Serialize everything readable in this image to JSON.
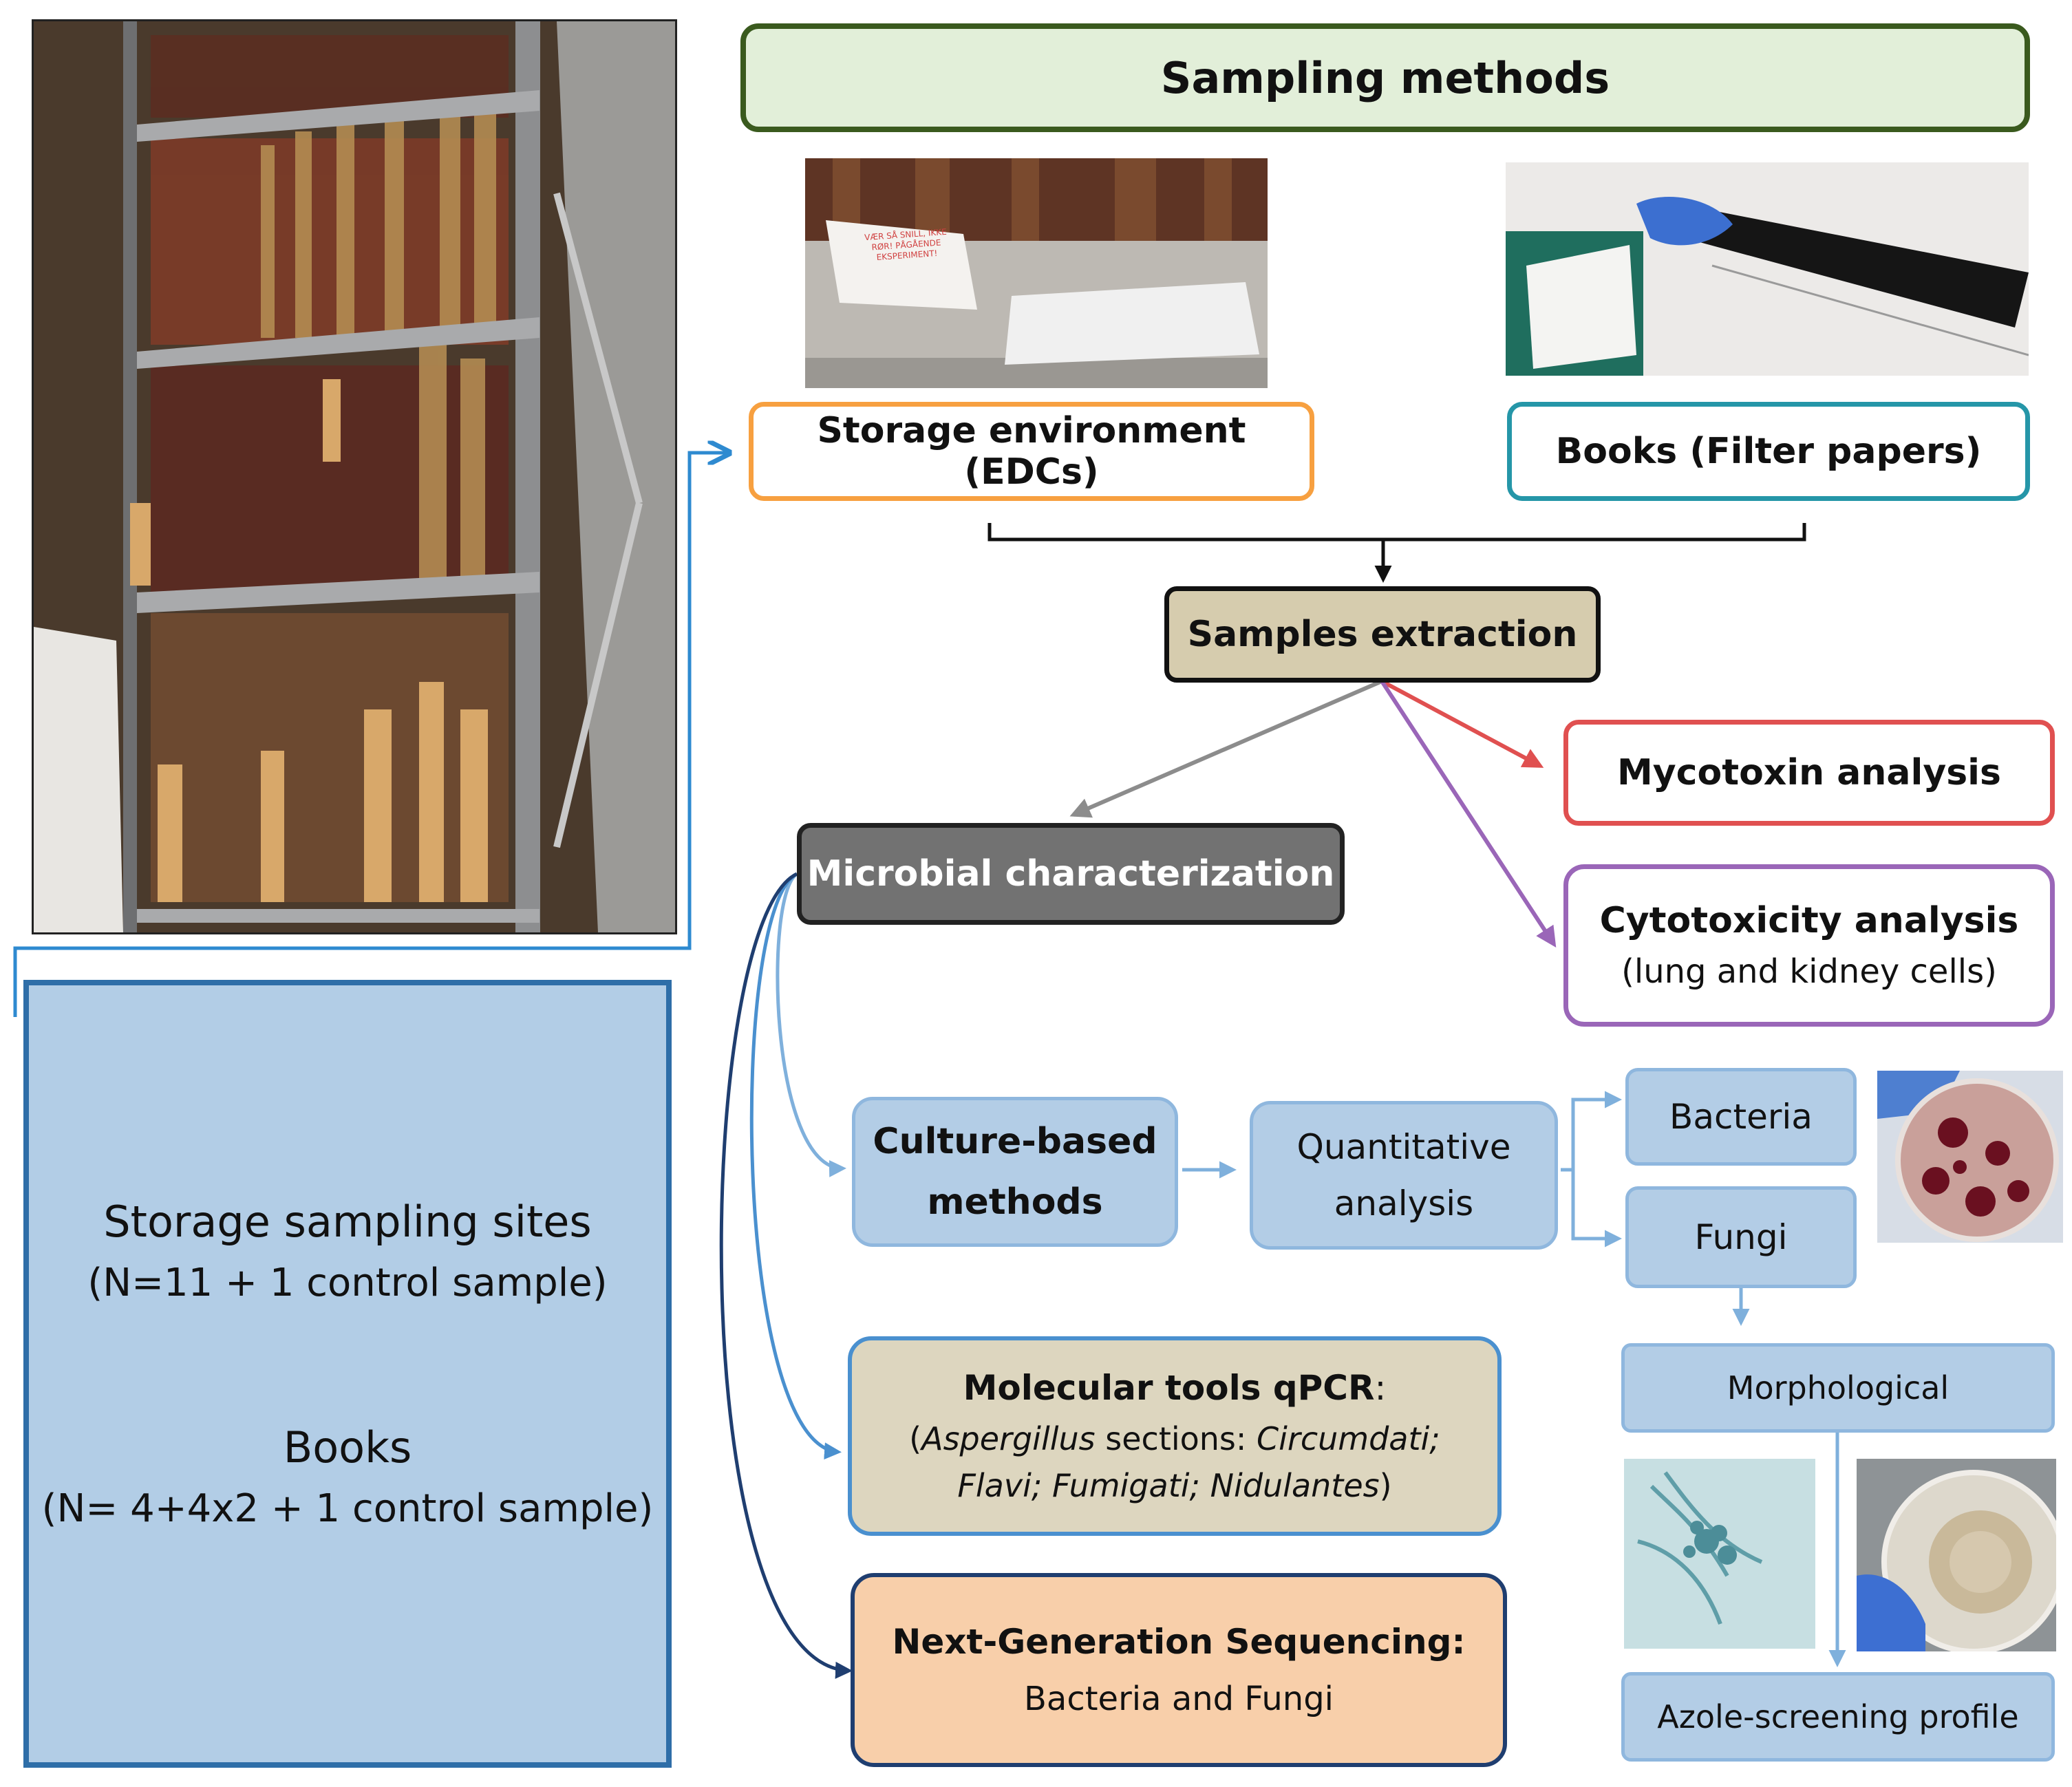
{
  "title": "Sampling methods",
  "left_panel": {
    "storage_label": "Storage sampling sites",
    "storage_n": "(N=11 + 1 control sample)",
    "books_label": "Books",
    "books_n": "(N= 4+4x2 + 1 control sample)"
  },
  "photo_note": "VÆR SÅ SNILL, IKKE RØR! PÅGÅENDE EKSPERIMENT!",
  "nodes": {
    "storage_env": "Storage environment (EDCs)",
    "books_filter": "Books (Filter papers)",
    "samples_extraction": "Samples extraction",
    "mycotoxin": "Mycotoxin analysis",
    "cytotoxicity_title": "Cytotoxicity analysis",
    "cytotoxicity_sub": "(lung and kidney cells)",
    "microbial": "Microbial characterization",
    "culture_line1": "Culture-based",
    "culture_line2": "methods",
    "quantitative_line1": "Quantitative",
    "quantitative_line2": "analysis",
    "bacteria": "Bacteria",
    "fungi": "Fungi",
    "morphological": "Morphological",
    "azole": "Azole-screening profile",
    "molecular_title": "Molecular tools qPCR",
    "molecular_colon": ":",
    "molecular_l2_a": "(",
    "molecular_l2_b": "Aspergillus",
    "molecular_l2_c": " sections: ",
    "molecular_l2_d": "Circumdati;",
    "molecular_l3_a": "Flavi; Fumigati; Nidulantes",
    "molecular_l3_b": ")",
    "ngs_title": "Next-Generation Sequencing:",
    "ngs_sub": "Bacteria and Fungi"
  },
  "colors": {
    "title_fill": "#e2efd9",
    "title_border": "#3a5a1e",
    "orange": "#f7a040",
    "teal": "#2596a8",
    "extraction_fill": "#d6ccae",
    "red": "#e05050",
    "purple": "#9a66b8",
    "microbial_fill": "#727272",
    "light_blue": "#b3cde6",
    "left_panel_fill": "#b2cde6",
    "left_panel_border": "#2e6ea8",
    "molecular_fill": "#ddd6bf",
    "ngs_fill": "#f8cfaa",
    "navy": "#1f3e70"
  }
}
